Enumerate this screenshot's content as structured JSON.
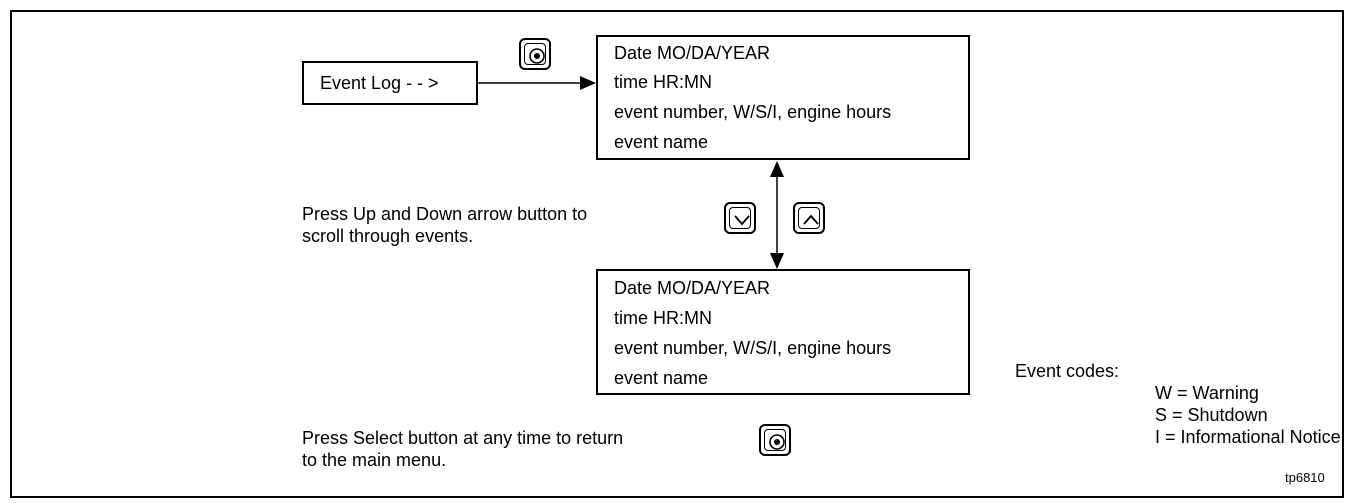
{
  "entry": {
    "label": "Event Log - - >"
  },
  "screen_top": {
    "lines": [
      "Date MO/DA/YEAR",
      "time HR:MN",
      "event number, W/S/I, engine hours",
      "event name"
    ]
  },
  "screen_bottom": {
    "lines": [
      "Date MO/DA/YEAR",
      "time HR:MN",
      "event number, W/S/I, engine hours",
      "event name"
    ]
  },
  "instructions": {
    "scroll": [
      "Press Up and Down arrow button to",
      "scroll through events."
    ],
    "select": [
      "Press Select button at any time to return",
      "to the main menu."
    ]
  },
  "legend": {
    "title": "Event codes:",
    "items": [
      "W = Warning",
      "S = Shutdown",
      "I = Informational Notice"
    ]
  },
  "figure_id": "tp6810",
  "icons": {
    "select": "select-button-icon",
    "down": "down-arrow-button-icon",
    "up": "up-arrow-button-icon"
  }
}
